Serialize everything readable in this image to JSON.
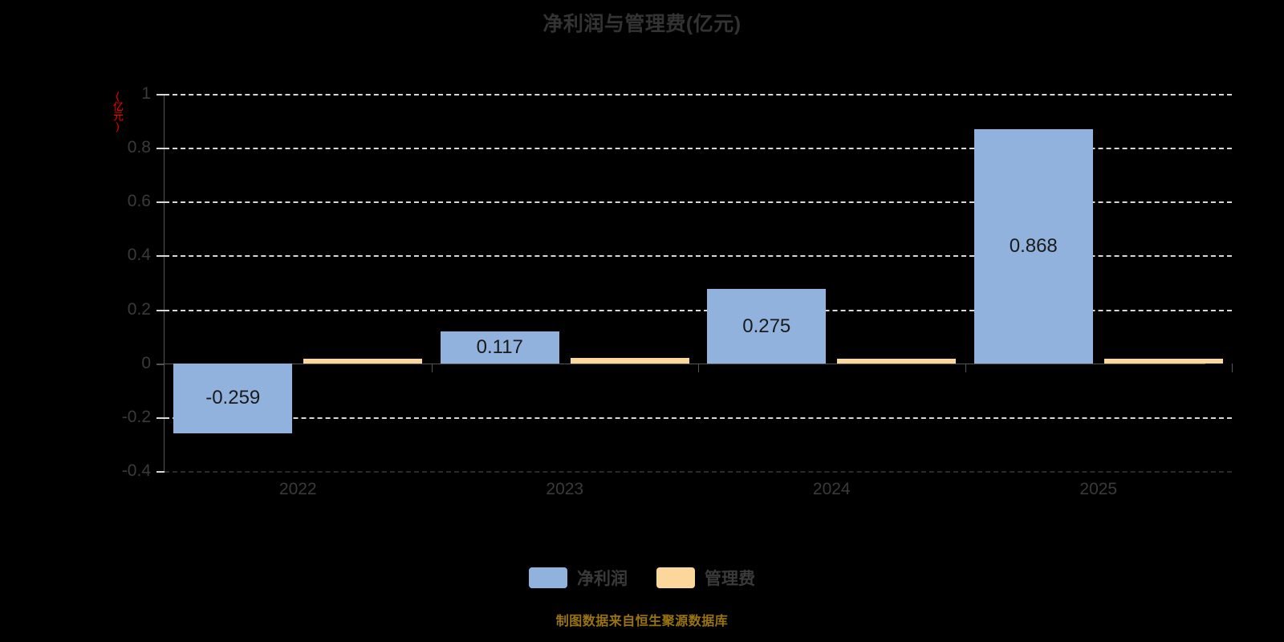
{
  "chart_data": {
    "type": "bar",
    "title": "净利润与管理费(亿元)",
    "xlabel": "",
    "ylabel": "(亿元)",
    "categories": [
      "2022",
      "2023",
      "2024",
      "2025"
    ],
    "series": [
      {
        "name": "净利润",
        "color": "#91B2DD",
        "values": [
          -0.259,
          0.117,
          0.275,
          0.868
        ],
        "labels": [
          "-0.259",
          "0.117",
          "0.275",
          "0.868"
        ]
      },
      {
        "name": "管理费",
        "color": "#FBD79B",
        "values": [
          0.017,
          0.019,
          0.016,
          0.018
        ],
        "labels": [
          "",
          "",
          "",
          ""
        ]
      }
    ],
    "ylim": [
      -0.4,
      1
    ],
    "yticks": [
      1,
      0.8,
      0.6,
      0.4,
      0.2,
      0,
      -0.2,
      -0.4
    ],
    "ytick_labels": [
      "1",
      "0.8",
      "0.6",
      "0.4",
      "0.2",
      "0",
      "-0.2",
      "-0.4"
    ],
    "grid": true,
    "grid_style": "dashed",
    "legend_position": "bottom"
  },
  "footer": {
    "note": "制图数据来自恒生聚源数据库",
    "color": "#9a7410"
  },
  "theme": {
    "background": "#000000",
    "title_color": "#333333",
    "axis_text_color": "#3a3a3a",
    "gridline_color": "#d8d8d8",
    "axis_line_color": "#555555",
    "unit_label_color": "#ff0000"
  }
}
